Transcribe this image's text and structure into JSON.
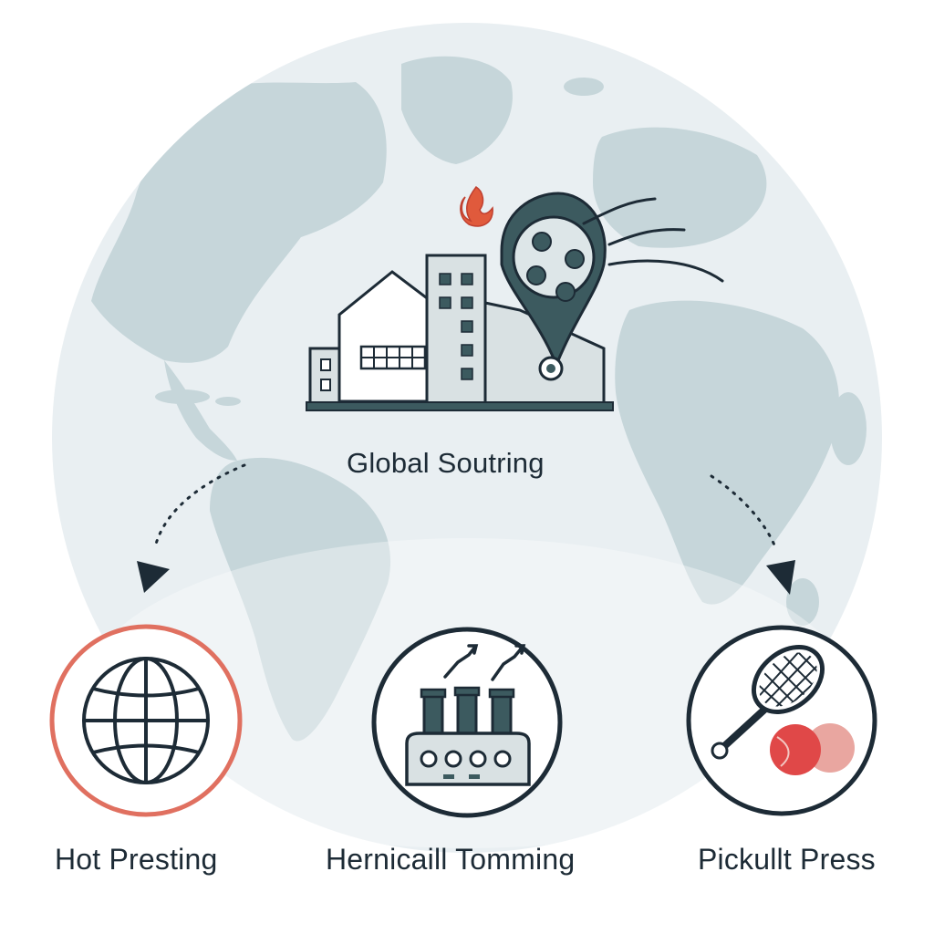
{
  "diagram": {
    "center_title": "Global Soutring",
    "processes": [
      {
        "label": "Hot Presting",
        "icon": "globe-icon"
      },
      {
        "label": "Hernicaill Tomming",
        "icon": "factory-icon"
      },
      {
        "label": "Pickullt Press",
        "icon": "paddle-and-balls-icon"
      }
    ],
    "hub_icon": "factory-with-location-pin-icon"
  },
  "colors": {
    "globe_ocean": "#e8eef1",
    "land": "#c3d3d8",
    "dark_teal": "#3c5a5f",
    "outline": "#1d2b36",
    "accent_red": "#e05050",
    "ring_red": "#e07060",
    "building_white": "#ffffff",
    "building_grey": "#d9e1e3"
  }
}
